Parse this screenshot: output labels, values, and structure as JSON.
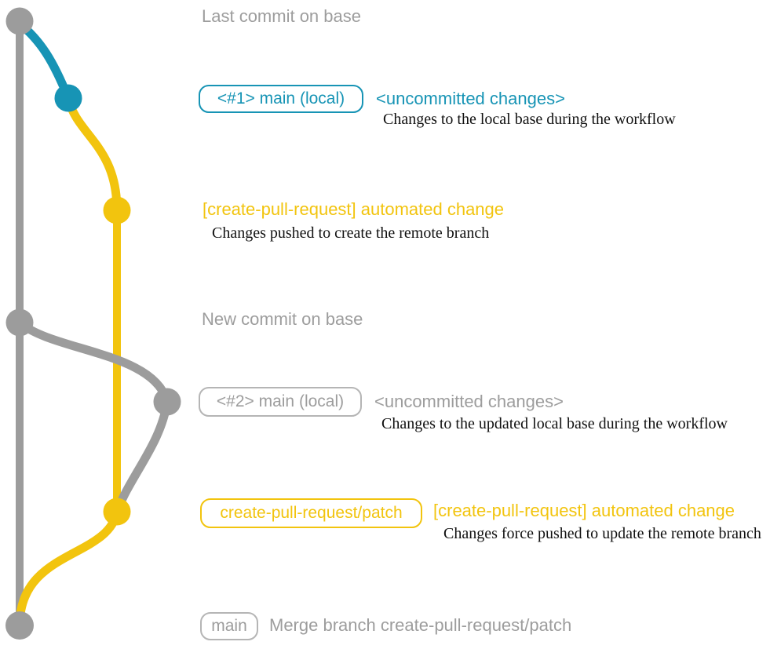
{
  "colors": {
    "gray": "#9c9c9c",
    "text_gray": "#9d9d9d",
    "border_gray": "#b5b5b5",
    "teal": "#1794b5",
    "yellow": "#f2c40e",
    "ink": "#111111",
    "bg": "#ffffff"
  },
  "graph": {
    "branches": [
      {
        "name": "base",
        "color_role": "gray"
      },
      {
        "name": "main (local)",
        "color_role": "teal then gray"
      },
      {
        "name": "create-pull-request/patch",
        "color_role": "yellow"
      }
    ],
    "commits": [
      {
        "name": "last-commit-on-base",
        "color": "gray"
      },
      {
        "name": "main-local-1-uncommitted",
        "color": "teal"
      },
      {
        "name": "patch-automated-change-1",
        "color": "yellow"
      },
      {
        "name": "new-commit-on-base",
        "color": "gray"
      },
      {
        "name": "main-local-2-uncommitted",
        "color": "gray"
      },
      {
        "name": "patch-automated-change-2",
        "color": "yellow"
      },
      {
        "name": "merge-commit",
        "color": "gray"
      }
    ]
  },
  "rows": {
    "row1": {
      "label": "Last commit on base"
    },
    "row2": {
      "branch_tag": "<#1> main (local)",
      "title": "<uncommitted changes>",
      "description": "Changes to the local base during the workflow"
    },
    "row3": {
      "title": "[create-pull-request] automated change",
      "description": "Changes pushed to create the remote branch"
    },
    "row4": {
      "label": "New commit on base"
    },
    "row5": {
      "branch_tag": "<#2> main (local)",
      "title": "<uncommitted changes>",
      "description": "Changes to the updated local base during the workflow"
    },
    "row6": {
      "branch_tag": "create-pull-request/patch",
      "title": "[create-pull-request] automated change",
      "description": "Changes force pushed to update the remote branch"
    },
    "row7": {
      "branch_tag": "main",
      "label": "Merge branch create-pull-request/patch"
    }
  }
}
